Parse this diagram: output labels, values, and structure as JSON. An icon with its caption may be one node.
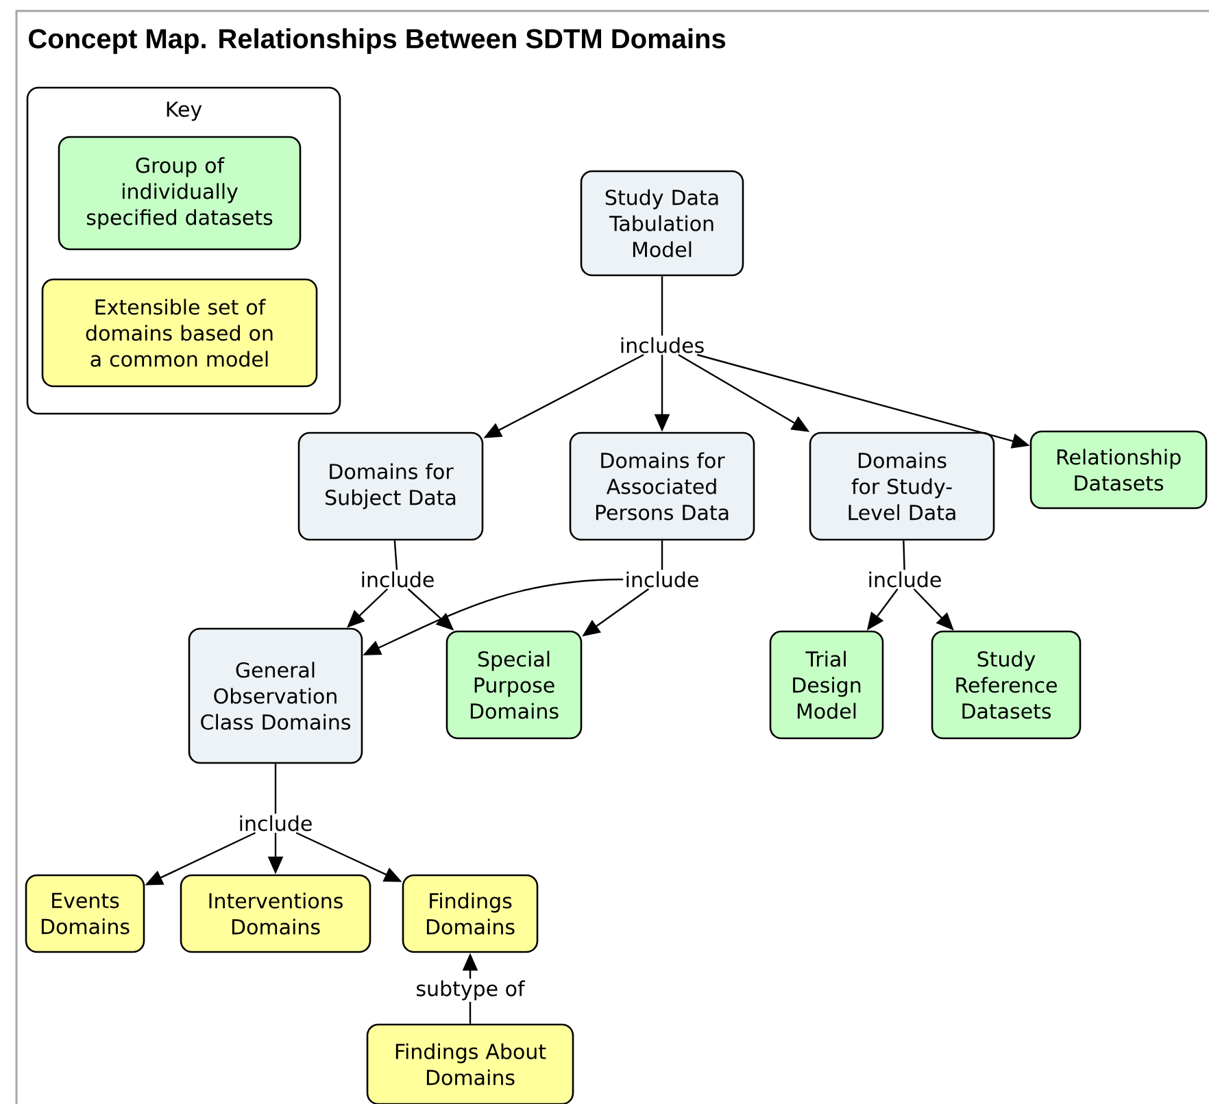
{
  "diagram": {
    "title": "Concept Map. Relationships Between SDTM Domains",
    "nodes": [
      {
        "text": [
          "Key"
        ]
      },
      {
        "text": [
          "Group of individually specified datasets"
        ],
        "in": 0
      },
      {
        "text": [
          "Extensible set of domains based on a common model"
        ],
        "in": 0
      },
      {
        "text": [
          "Study Data Tabulation Model"
        ]
      },
      {
        "text": [
          "includes"
        ]
      },
      {
        "text": [
          "Domains for Subject Data"
        ]
      },
      {
        "text": [
          "Domains for Associated Persons Data"
        ]
      },
      {
        "text": [
          "Domains for Study-Level Data"
        ]
      },
      {
        "text": [
          "Relationship Datasets"
        ]
      },
      {
        "text": [
          "include"
        ]
      },
      {
        "text": [
          "include"
        ]
      },
      {
        "text": [
          "include"
        ]
      },
      {
        "text": [
          "General Observation Class Domains"
        ]
      },
      {
        "text": [
          "Special Purpose Domains"
        ]
      },
      {
        "text": [
          "Trial Design Model"
        ]
      },
      {
        "text": [
          "Study Reference Datasets"
        ]
      },
      {
        "text": [
          "include"
        ]
      },
      {
        "text": [
          "Events Domains"
        ]
      },
      {
        "text": [
          "Interventions Domains"
        ]
      },
      {
        "text": [
          "Findings Domains"
        ]
      },
      {
        "text": [
          "subtype of"
        ]
      },
      {
        "text": [
          "Findings About Domains"
        ]
      }
    ],
    "edges": [
      {
        "from": 3,
        "to": 4,
        "arrow": "none"
      },
      {
        "from": 4,
        "to": 5,
        "arrow": "to"
      },
      {
        "from": 4,
        "to": 6,
        "arrow": "to"
      },
      {
        "from": 4,
        "to": 7,
        "arrow": "to"
      },
      {
        "from": 4,
        "to": 8,
        "arrow": "to"
      },
      {
        "from": 5,
        "to": 9,
        "arrow": "none"
      },
      {
        "from": 9,
        "to": 12,
        "arrow": "to"
      },
      {
        "from": 9,
        "to": 13,
        "arrow": "to"
      },
      {
        "from": 6,
        "to": 10,
        "arrow": "none"
      },
      {
        "from": 10,
        "to": 12,
        "arrow": "to"
      },
      {
        "from": 10,
        "to": 13,
        "arrow": "to"
      },
      {
        "from": 7,
        "to": 11,
        "arrow": "none"
      },
      {
        "from": 11,
        "to": 14,
        "arrow": "to"
      },
      {
        "from": 11,
        "to": 15,
        "arrow": "to"
      },
      {
        "from": 12,
        "to": 16,
        "arrow": "none"
      },
      {
        "from": 16,
        "to": 17,
        "arrow": "to"
      },
      {
        "from": 16,
        "to": 18,
        "arrow": "to"
      },
      {
        "from": 16,
        "to": 19,
        "arrow": "to"
      },
      {
        "from": 21,
        "to": 20,
        "arrow": "none"
      },
      {
        "from": 20,
        "to": 19,
        "arrow": "to"
      }
    ]
  }
}
